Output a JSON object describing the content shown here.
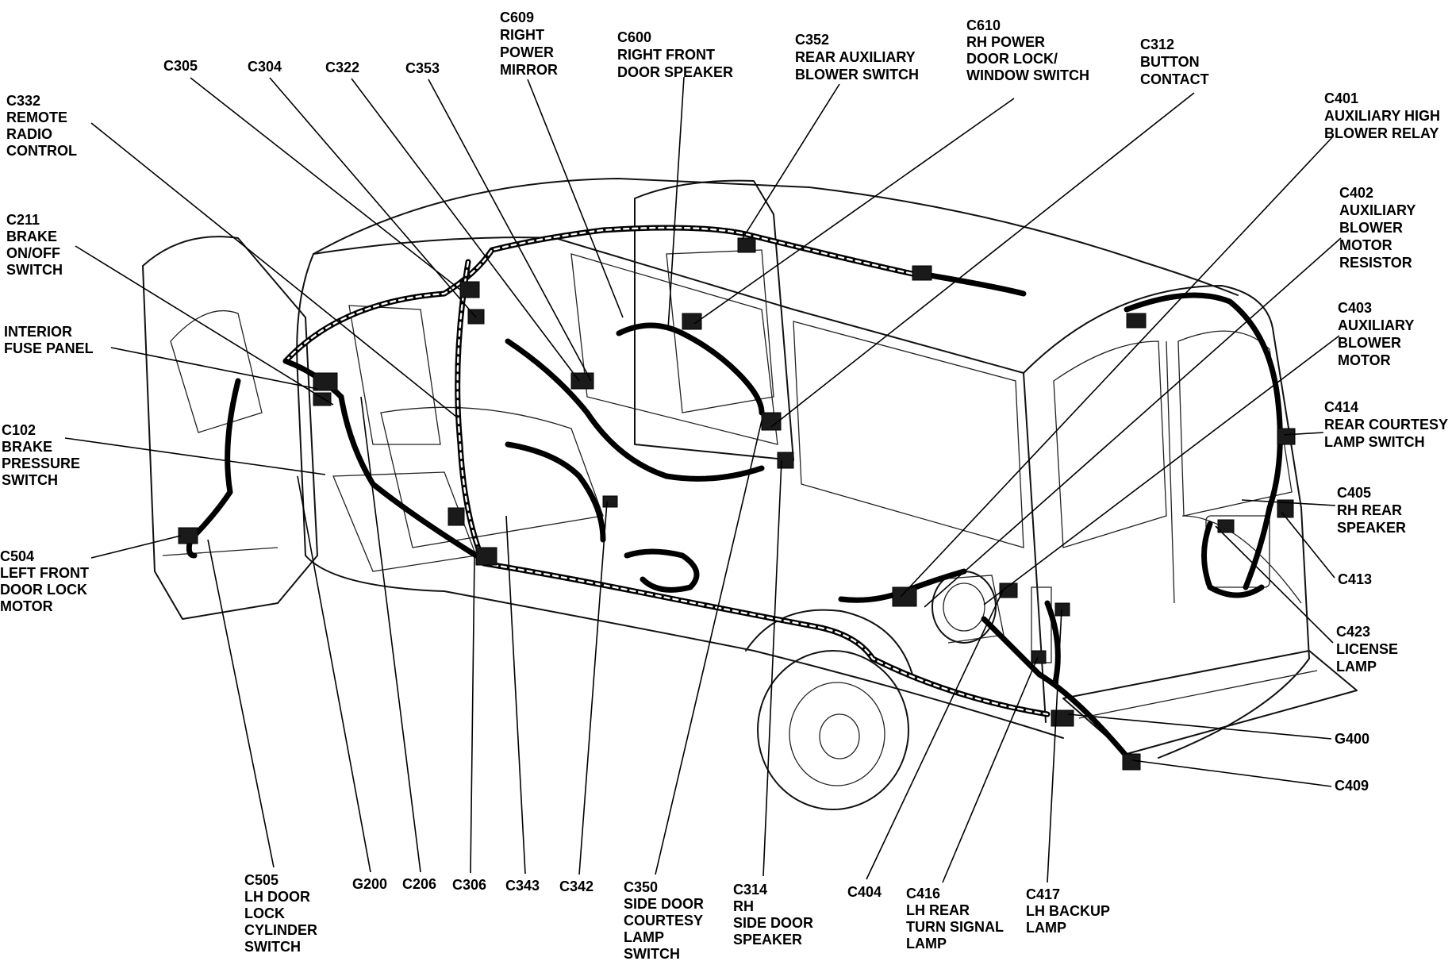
{
  "callouts": [
    {
      "id": "c332",
      "lines": [
        "C332",
        "REMOTE",
        "RADIO",
        "CONTROL"
      ]
    },
    {
      "id": "c211",
      "lines": [
        "C211",
        "BRAKE",
        "ON/OFF",
        "SWITCH"
      ]
    },
    {
      "id": "fuse-panel",
      "lines": [
        "INTERIOR",
        "FUSE PANEL"
      ]
    },
    {
      "id": "c102",
      "lines": [
        "C102",
        "BRAKE",
        "PRESSURE",
        "SWITCH"
      ]
    },
    {
      "id": "c504",
      "lines": [
        "C504",
        "LEFT FRONT",
        "DOOR LOCK",
        "MOTOR"
      ]
    },
    {
      "id": "c305",
      "lines": [
        "C305"
      ]
    },
    {
      "id": "c304",
      "lines": [
        "C304"
      ]
    },
    {
      "id": "c322",
      "lines": [
        "C322"
      ]
    },
    {
      "id": "c353",
      "lines": [
        "C353"
      ]
    },
    {
      "id": "c609",
      "lines": [
        "C609",
        "RIGHT",
        "POWER",
        "MIRROR"
      ]
    },
    {
      "id": "c600",
      "lines": [
        "C600",
        "RIGHT FRONT",
        "DOOR SPEAKER"
      ]
    },
    {
      "id": "c352",
      "lines": [
        "C352",
        "REAR AUXILIARY",
        "BLOWER SWITCH"
      ]
    },
    {
      "id": "c610",
      "lines": [
        "C610",
        "RH POWER",
        "DOOR LOCK/",
        "WINDOW  SWITCH"
      ]
    },
    {
      "id": "c312",
      "lines": [
        "C312",
        "BUTTON",
        "CONTACT"
      ]
    },
    {
      "id": "c401",
      "lines": [
        "C401",
        "AUXILIARY HIGH",
        "BLOWER RELAY"
      ]
    },
    {
      "id": "c402",
      "lines": [
        "C402",
        "AUXILIARY",
        "BLOWER",
        "MOTOR",
        "RESISTOR"
      ]
    },
    {
      "id": "c403",
      "lines": [
        "C403",
        "AUXILIARY",
        "BLOWER",
        "MOTOR"
      ]
    },
    {
      "id": "c414",
      "lines": [
        "C414",
        "REAR COURTESY",
        "LAMP SWITCH"
      ]
    },
    {
      "id": "c405",
      "lines": [
        "C405",
        "RH REAR",
        "SPEAKER"
      ]
    },
    {
      "id": "c413",
      "lines": [
        "C413"
      ]
    },
    {
      "id": "c423",
      "lines": [
        "C423",
        "LICENSE",
        "LAMP"
      ]
    },
    {
      "id": "g400",
      "lines": [
        "G400"
      ]
    },
    {
      "id": "c409",
      "lines": [
        "C409"
      ]
    },
    {
      "id": "c505",
      "lines": [
        "C505",
        "LH DOOR",
        "LOCK",
        "CYLINDER",
        "SWITCH"
      ]
    },
    {
      "id": "g200",
      "lines": [
        "G200"
      ]
    },
    {
      "id": "c206",
      "lines": [
        "C206"
      ]
    },
    {
      "id": "c306",
      "lines": [
        "C306"
      ]
    },
    {
      "id": "c343",
      "lines": [
        "C343"
      ]
    },
    {
      "id": "c342",
      "lines": [
        "C342"
      ]
    },
    {
      "id": "c350",
      "lines": [
        "C350",
        "SIDE DOOR",
        "COURTESY",
        "LAMP",
        "SWITCH"
      ]
    },
    {
      "id": "c314",
      "lines": [
        "C314",
        "RH",
        "SIDE DOOR",
        "SPEAKER"
      ]
    },
    {
      "id": "c404",
      "lines": [
        "C404"
      ]
    },
    {
      "id": "c416",
      "lines": [
        "C416",
        "LH REAR",
        "TURN SIGNAL",
        "LAMP"
      ]
    },
    {
      "id": "c417",
      "lines": [
        "C417",
        "LH BACKUP",
        "LAMP"
      ]
    }
  ]
}
